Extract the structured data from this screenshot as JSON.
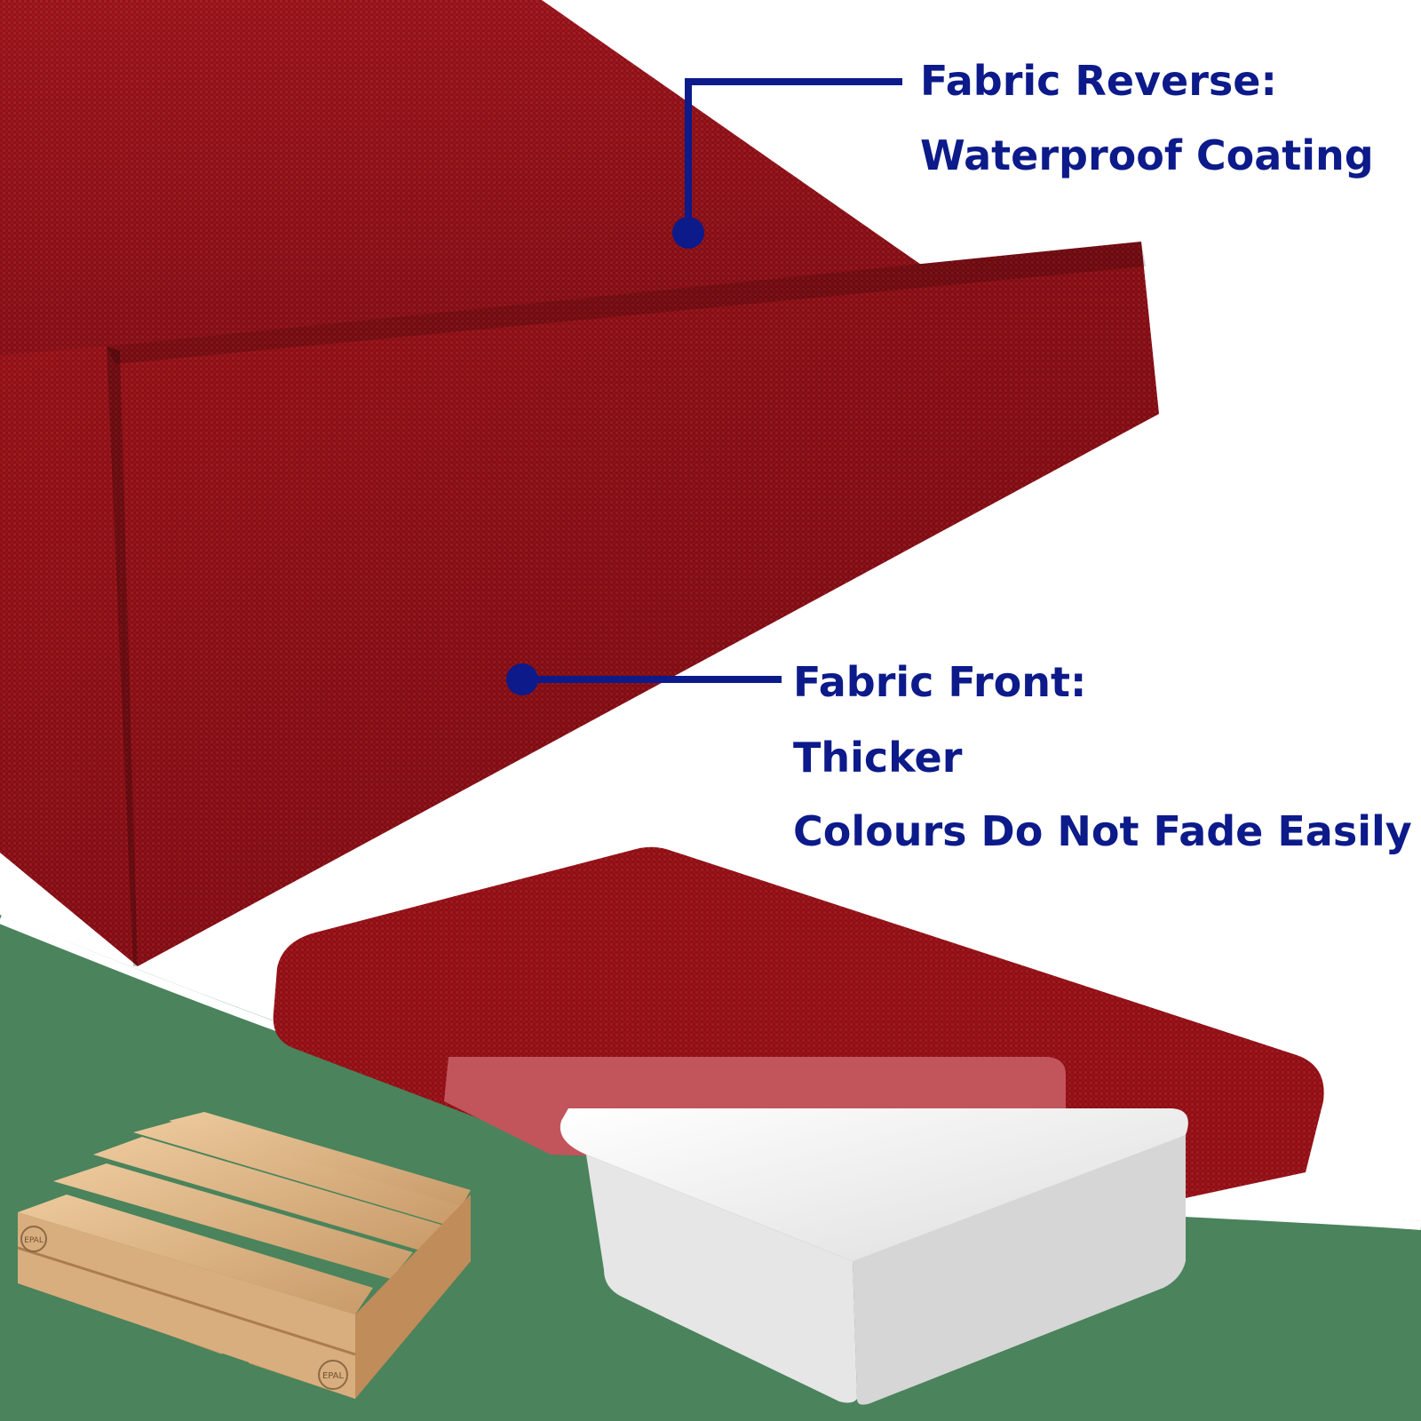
{
  "colors": {
    "fabric": "#9b1218",
    "fabric_dark": "#6e0a10",
    "accent_text": "#0c1a8a",
    "green_background": "#4a835c",
    "foam": "#f2f2f2",
    "wood": "#e0bb8c"
  },
  "callouts": {
    "reverse": {
      "title": "Fabric Reverse:",
      "detail": "Waterproof Coating"
    },
    "front": {
      "title": "Fabric Front:",
      "detail_1": "Thicker",
      "detail_2": "Colours Do Not Fade Easily"
    }
  },
  "pallet": {
    "stamp_1": "EPAL",
    "stamp_2": "EPAL"
  },
  "icons": [
    "callout-line",
    "callout-dot",
    "pallet-icon",
    "cushion-icon",
    "foam-insert-icon"
  ]
}
